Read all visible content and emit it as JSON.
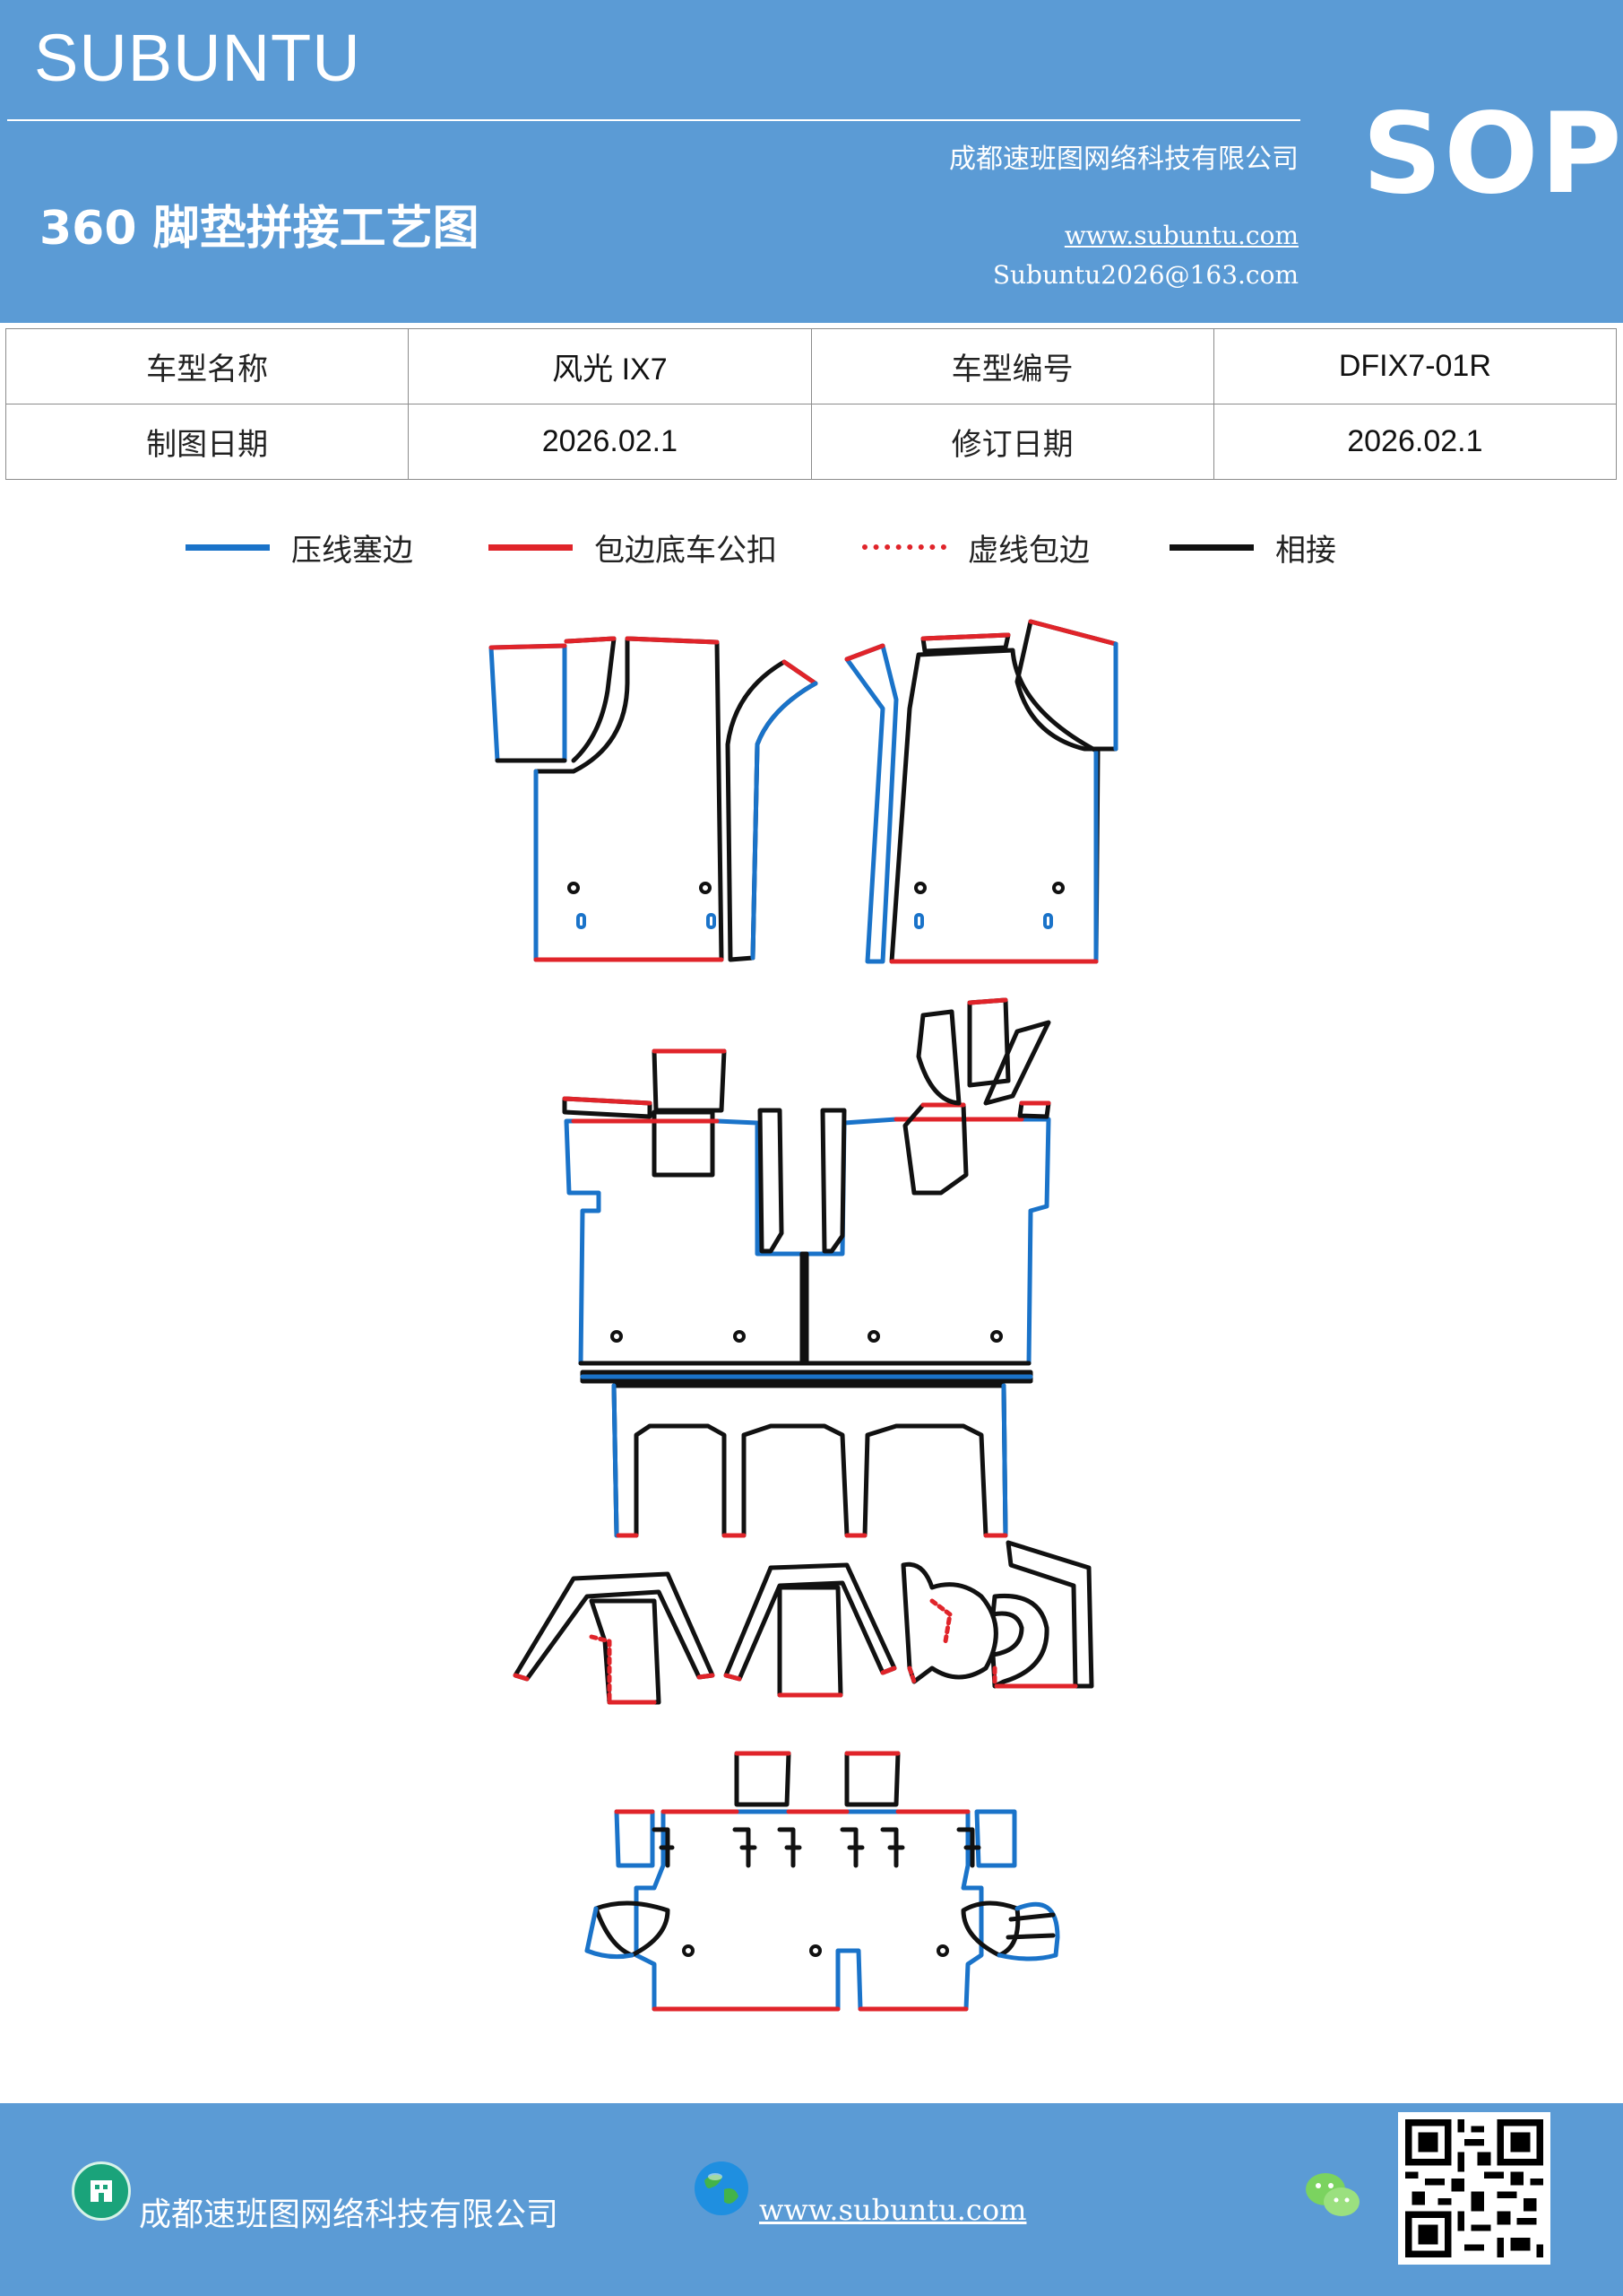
{
  "header": {
    "brand": "SUBUNTU",
    "company": "成都速班图网络科技有限公司",
    "title": "360 脚垫拼接工艺图",
    "website": "www.subuntu.com",
    "email": "Subuntu2026@163.com",
    "badge": "SOP"
  },
  "info": {
    "model_name_label": "车型名称",
    "model_name_value": "风光 IX7",
    "model_code_label": "车型编号",
    "model_code_value": "DFIX7-01R",
    "draw_date_label": "制图日期",
    "draw_date_value": "2026.02.1",
    "revise_date_label": "修订日期",
    "revise_date_value": "2026.02.1"
  },
  "legend": [
    {
      "label": "压线塞边",
      "color": "#1a73c9",
      "style": "solid"
    },
    {
      "label": "包边底车公扣",
      "color": "#e0242a",
      "style": "solid"
    },
    {
      "label": "虚线包边",
      "color": "#e0242a",
      "style": "dotted"
    },
    {
      "label": "相接",
      "color": "#111111",
      "style": "solid"
    }
  ],
  "colors": {
    "band": "#5b9bd5",
    "blue_line": "#1a73c9",
    "red_line": "#e0242a",
    "black_line": "#111111"
  },
  "footer": {
    "company": "成都速班图网络科技有限公司",
    "website": "www.subuntu.com",
    "icons": [
      "building-icon",
      "globe-icon",
      "wechat-icon",
      "qr-code"
    ]
  }
}
